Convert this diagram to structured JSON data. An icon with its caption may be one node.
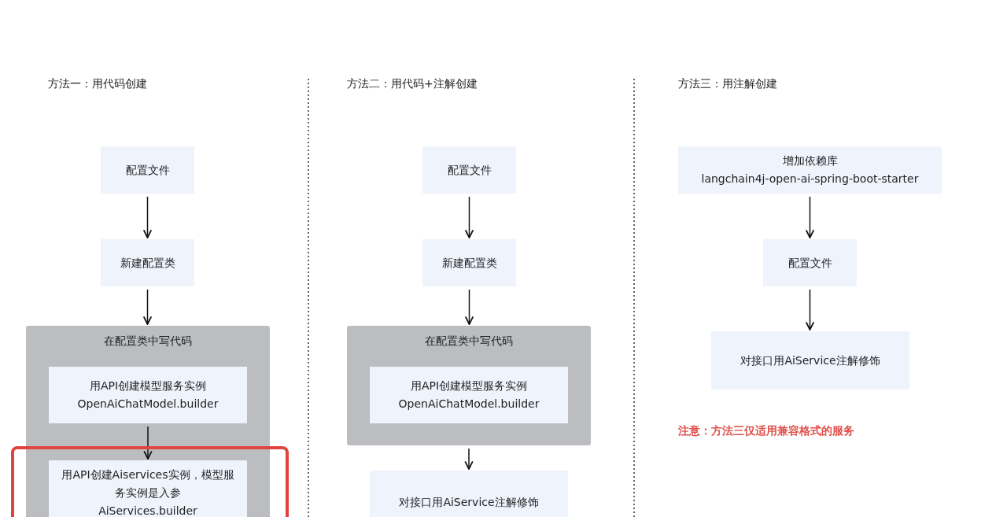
{
  "diagram": {
    "nodes": [
      {
        "text": [
          "配置文件"
        ]
      },
      {
        "text": [
          "新建配置类"
        ]
      },
      {
        "text": [
          "在配置类中写代码"
        ]
      },
      {
        "text": [
          "用API创建模型服务实例",
          "OpenAiChatModel.builder"
        ],
        "in": 2
      },
      {
        "text": [
          "用API创建Aiservices实例，模型服务实例是入参",
          "AiServices.builder"
        ],
        "in": 2
      },
      {
        "text": [
          "配置文件"
        ]
      },
      {
        "text": [
          "新建配置类"
        ]
      },
      {
        "text": [
          "在配置类中写代码"
        ]
      },
      {
        "text": [
          "用API创建模型服务实例",
          "OpenAiChatModel.builder"
        ],
        "in": 7
      },
      {
        "text": [
          "对接口用AiService注解修饰"
        ]
      },
      {
        "text": [
          "增加依赖库",
          "langchain4j-open-ai-spring-boot-starter"
        ]
      },
      {
        "text": [
          "配置文件"
        ]
      },
      {
        "text": [
          "对接口用AiService注解修饰"
        ]
      }
    ],
    "edges": [
      {
        "from": 0,
        "to": 1,
        "arrow": "to"
      },
      {
        "from": 1,
        "to": 2,
        "arrow": "to"
      },
      {
        "from": 3,
        "to": 4,
        "arrow": "to"
      },
      {
        "from": 5,
        "to": 6,
        "arrow": "to"
      },
      {
        "from": 6,
        "to": 7,
        "arrow": "to"
      },
      {
        "from": 7,
        "to": 9,
        "arrow": "to"
      },
      {
        "from": 10,
        "to": 11,
        "arrow": "to"
      },
      {
        "from": 11,
        "to": 12,
        "arrow": "to"
      }
    ],
    "labels": [
      "方法一：用代码创建",
      "方法二：用代码+注解创建",
      "方法三：用注解创建",
      "注意：方法三仅适用兼容格式的服务"
    ]
  }
}
